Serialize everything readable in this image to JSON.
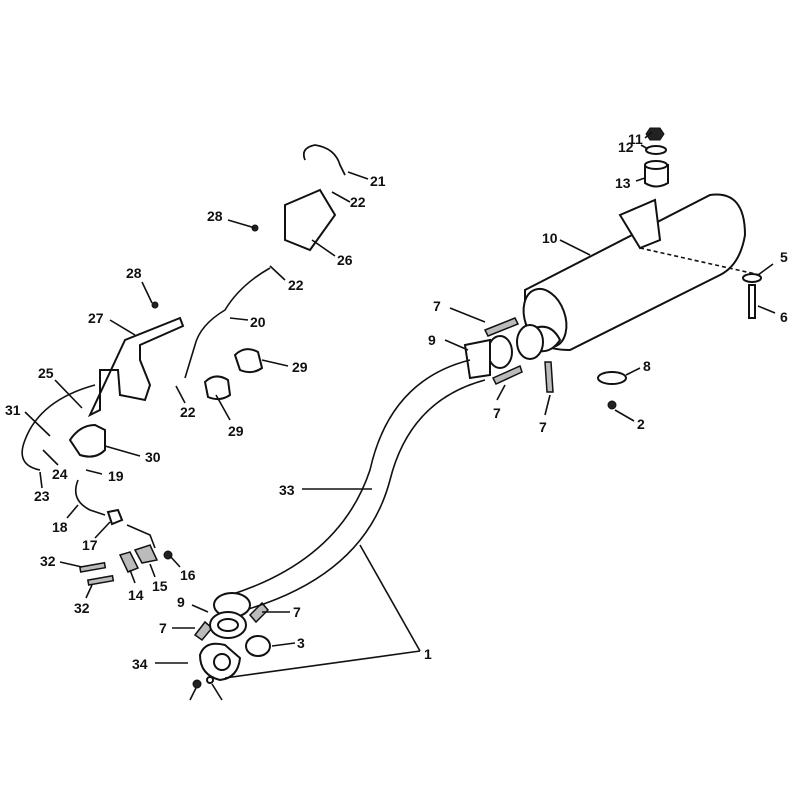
{
  "diagram": {
    "type": "exploded parts diagram - exhaust system",
    "callouts": [
      "11",
      "12",
      "13",
      "10",
      "5",
      "6",
      "7",
      "9",
      "8",
      "2",
      "7",
      "7",
      "21",
      "22",
      "28",
      "26",
      "22",
      "28",
      "27",
      "20",
      "29",
      "25",
      "22",
      "29",
      "31",
      "30",
      "24",
      "19",
      "23",
      "18",
      "17",
      "32",
      "16",
      "15",
      "14",
      "32",
      "33",
      "9",
      "7",
      "7",
      "3",
      "34",
      "1"
    ]
  }
}
